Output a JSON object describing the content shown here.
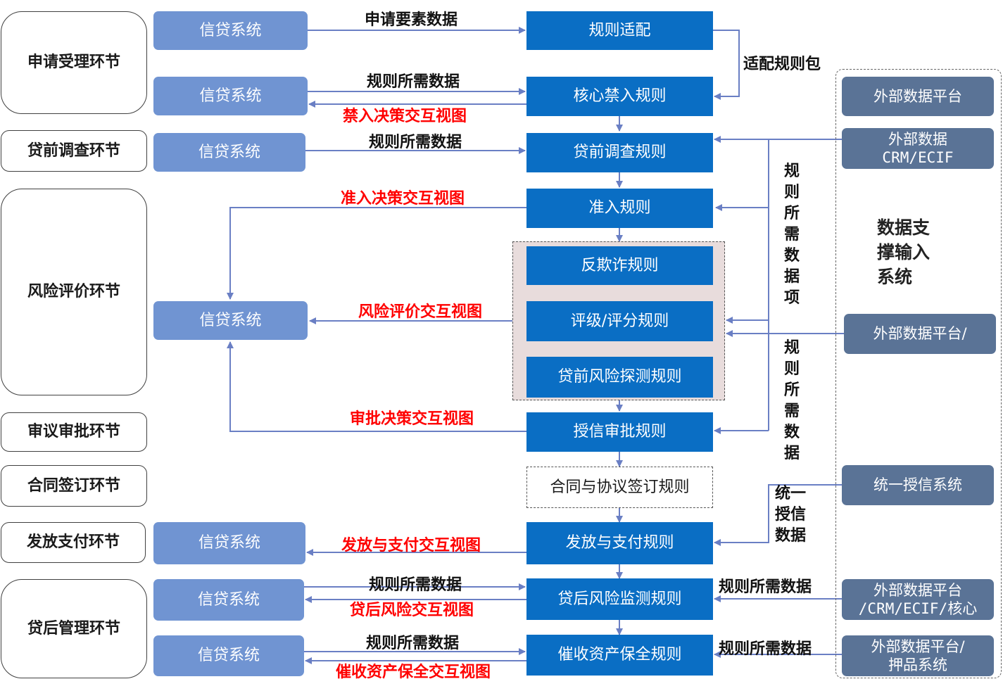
{
  "stages": {
    "apply": "申请受理环节",
    "preloan": "贷前调查环节",
    "risk": "风险评价环节",
    "approve": "审议审批环节",
    "contract": "合同签订环节",
    "payout": "发放支付环节",
    "postloan": "贷后管理环节"
  },
  "credit_system": "信贷系统",
  "rules": {
    "adapt": "规则适配",
    "core_ban": "核心禁入规则",
    "preloan_survey": "贷前调查规则",
    "admission": "准入规则",
    "anti_fraud": "反欺诈规则",
    "rating": "评级/评分规则",
    "risk_detect": "贷前风险探测规则",
    "credit_approve": "授信审批规则",
    "contract_sign": "合同与协议签订规则",
    "payout_rule": "发放与支付规则",
    "post_monitor": "贷后风险监测规则",
    "collection": "催收资产保全规则"
  },
  "external": {
    "platform1": "外部数据平台",
    "crm_line1": "外部数据",
    "crm_line2": "CRM/ECIF",
    "platform2": "外部数据平台/",
    "unified_credit": "统一授信系统",
    "combo_line1": "外部数据平台",
    "combo_line2": "/CRM/ECIF/核心",
    "pledge_line1": "外部数据平台/",
    "pledge_line2": "押品系统"
  },
  "support_label_lines": [
    "数据支",
    "撑输入",
    "系统"
  ],
  "labels": {
    "apply_elements": "申请要素数据",
    "rule_needed": "规则所需数据",
    "ban_view": "禁入决策交互视图",
    "admission_view": "准入决策交互视图",
    "risk_view": "风险评价交互视图",
    "approve_view": "审批决策交互视图",
    "payout_view": "发放与支付交互视图",
    "post_view": "贷后风险交互视图",
    "collection_view": "催收资产保全交互视图",
    "adapt_pack": "适配规则包",
    "rule_needed_items_v": "规则所需数据项",
    "rule_needed_v": "规则所需数据",
    "unified_data_lines": [
      "统一",
      "授信",
      "数据"
    ]
  },
  "colors": {
    "rule_blue": "#0a6ec4",
    "credit_blue": "#7094d2",
    "external_slate": "#5a7396",
    "arrow": "#6a7fc4",
    "view_red": "#ff0000"
  }
}
